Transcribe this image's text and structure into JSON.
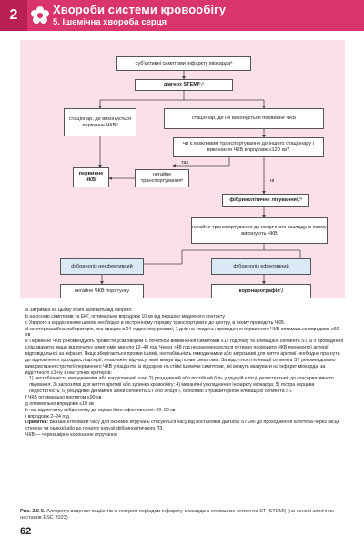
{
  "header": {
    "chapter_number": "2",
    "title": "Хвороби системи кровообігу",
    "subtitle": "5. Ішемічна хвороба серця",
    "brand_color": "#d9356b"
  },
  "flowchart": {
    "symptoms": "суб'єктивні симптоми інфаркту міокардаᵃ",
    "diagnosis": "діагноз STEMIᵇ,ᶜ",
    "stationary_pci": "стаціонар, де виконується первинне ЧКВᵈ",
    "stationary_no_pci": "стаціонар, де не виконується первинне ЧКВ",
    "question": "чи є можливим транспортування до іншого стаціонару і виконання ЧКВ впродовж ≤120 хв?",
    "label_yes": "так",
    "primary_pci": "первинне ЧКВᶠ",
    "immediate_transport": "негайне транспортуванняᵉ",
    "label_no": "ні",
    "fibrinolysis": "фібринолітичне лікуванняᵍ,ʰ",
    "transport_center": "негайне транспортування до медичного закладу, в якому виконують ЧКВ",
    "fibrinolysis_failed": "фібриноліз неефективний",
    "fibrinolysis_effective": "фібриноліз ефективний",
    "rescue_pci": "негайне ЧКВ порятунку",
    "coronarography": "коронарографіяⁱ,ʲ"
  },
  "notes": {
    "a": "a Затримка на цьому етапі залежить від хворого.",
    "b": "b на основі симптомів та ЕКГ, оптимально впродовж 10 хв від першого медичного контакту",
    "c": "c Хворого з кардіогенним шоком необхідно в екстренному порядку транспортувати до центру, в якому проводять ЧКВ.",
    "d": "d катетеризаційна лабораторія, яка працює в 24-годинному режимі, 7 днів на тиждень; проведення первинного ЧКВ оптимально впродовж ≤60 хв",
    "e": "e Первинне ЧКВ рекомендують провести усім хворим із початком виникнення симптомів ≤12 год тому та елевацією сегмента ST, а її проведення слід зважити, якщо від початку симптомів минуло 12–48 год. Через >48 год не рекомендується рутинно проводити ЧКВ перекритої артерії, відповідальної за інфаркт. Якщо зберігаються прояви ішемії, нестабільність гемодинаміки або загрозливі для життя аритмії необхідно прагнути до відновлення прохідності артерії, незалежно від часу, який минув від появи симптомів. За відсутності елевації сегмента ST рекомендовано використання стратегії первинного ЧКВ у пацієнтів із підозрою на стійкі ішемічні симптоми, які можуть вказувати на інфаркт міокарда, за відсутності ≥1-ну з наступних критеріїв:",
    "e_list": "1) нестабільність гемодинаміки або кардіогенний шок; 2) рецидивний або постійний біль у грудній клітці, резистентний до консервативного лікування; 3) загрозливі для життя аритмії або зупинка кровообігу; 4) механічні ускладнення інфаркту міокарда; 5) гостра серцева недостатність; 6) рецидивні динамічні зміни сегмента ST або зубця T, особливо з транзиторною елевацією сегмента ST.",
    "f": "f ЧКВ оптимально протягом ≤90 хв",
    "g": "g оптимально впродовж ≤10 хв",
    "h": "h час від початку фібринолізу до оцінки його ефективності: 60–90 хв",
    "i": "i впродовж 2–24 год",
    "remark_label": "Примітка:",
    "remark_text": " Вказані інтервали часу для окремих втручань стосуються часу від постановки діагнозу STEMI до проходження катетера через місце стенозу чи оклюзії або до початку інфузії фібринолітичного ЛЗ.",
    "abbr": "ЧКВ — черезшкірне коронарне втручання"
  },
  "caption": {
    "label": "Рис. 2.5-5.",
    "text": " Алгоритм ведення пацієнтів із гострим періодом інфаркту міокарда з елевацією сегмента ST (STEMI) (на основі клінічних настанов ESC 2023)"
  },
  "page_number": "62"
}
